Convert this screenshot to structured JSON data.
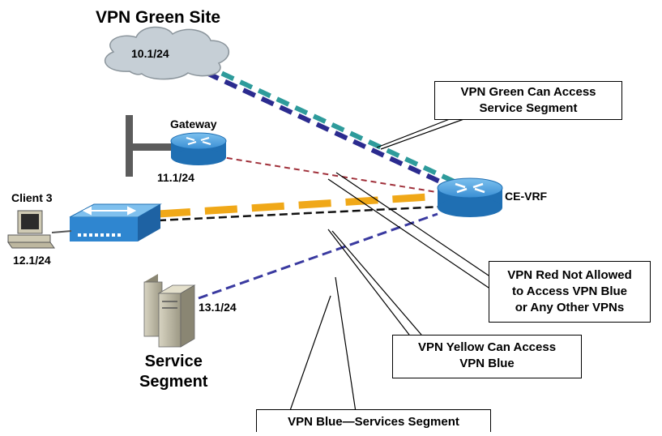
{
  "title": "VPN Green Site",
  "cloud": {
    "subnet": "10.1/24"
  },
  "gateway": {
    "name": "Gateway",
    "subnet": "11.1/24"
  },
  "client": {
    "name": "Client 3",
    "subnet": "12.1/24"
  },
  "server": {
    "subnet": "13.1/24",
    "name_line1": "Service",
    "name_line2": "Segment"
  },
  "router": {
    "name": "CE-VRF"
  },
  "callouts": {
    "green": {
      "line1": "VPN Green Can Access",
      "line2": "Service Segment"
    },
    "red": {
      "line1": "VPN Red Not Allowed",
      "line2": "to Access VPN Blue",
      "line3": "or Any Other VPNs"
    },
    "yellow": {
      "line1": "VPN Yellow Can Access",
      "line2": "VPN Blue"
    },
    "blue": {
      "line1": "VPN Blue—Services Segment"
    }
  },
  "colors": {
    "vpn_green": "#2e9b9b",
    "vpn_navy": "#2b2b8f",
    "vpn_red": "#a0303a",
    "vpn_yellow": "#f0a818",
    "vpn_blue": "#3a3aa0",
    "router_blue": "#3a8fd4",
    "switch_blue": "#2f86d0",
    "cloud_fill": "#c6cfd6"
  }
}
